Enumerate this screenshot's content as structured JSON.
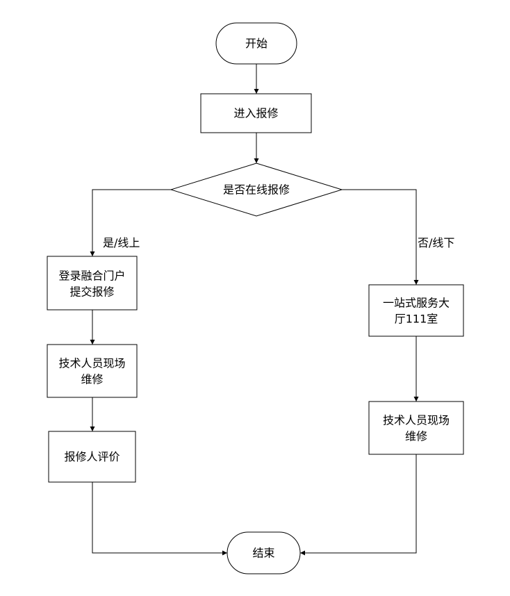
{
  "diagram": {
    "nodes": {
      "start": {
        "lines": [
          "开始"
        ]
      },
      "enter_repair": {
        "lines": [
          "进入报修"
        ]
      },
      "decision_online": {
        "lines": [
          "是否在线报修"
        ]
      },
      "login_portal": {
        "lines": [
          "登录融合门户",
          "提交报修"
        ]
      },
      "tech_onsite_left": {
        "lines": [
          "技术人员现场",
          "维修"
        ]
      },
      "reporter_review": {
        "lines": [
          "报修人评价"
        ]
      },
      "service_hall": {
        "lines": [
          "一站式服务大",
          "厅111室"
        ]
      },
      "tech_onsite_right": {
        "lines": [
          "技术人员现场",
          "维修"
        ]
      },
      "end": {
        "lines": [
          "结束"
        ]
      }
    },
    "edges": {
      "yes_online": {
        "label": "是/线上"
      },
      "no_offline": {
        "label": "否/线下"
      }
    }
  }
}
